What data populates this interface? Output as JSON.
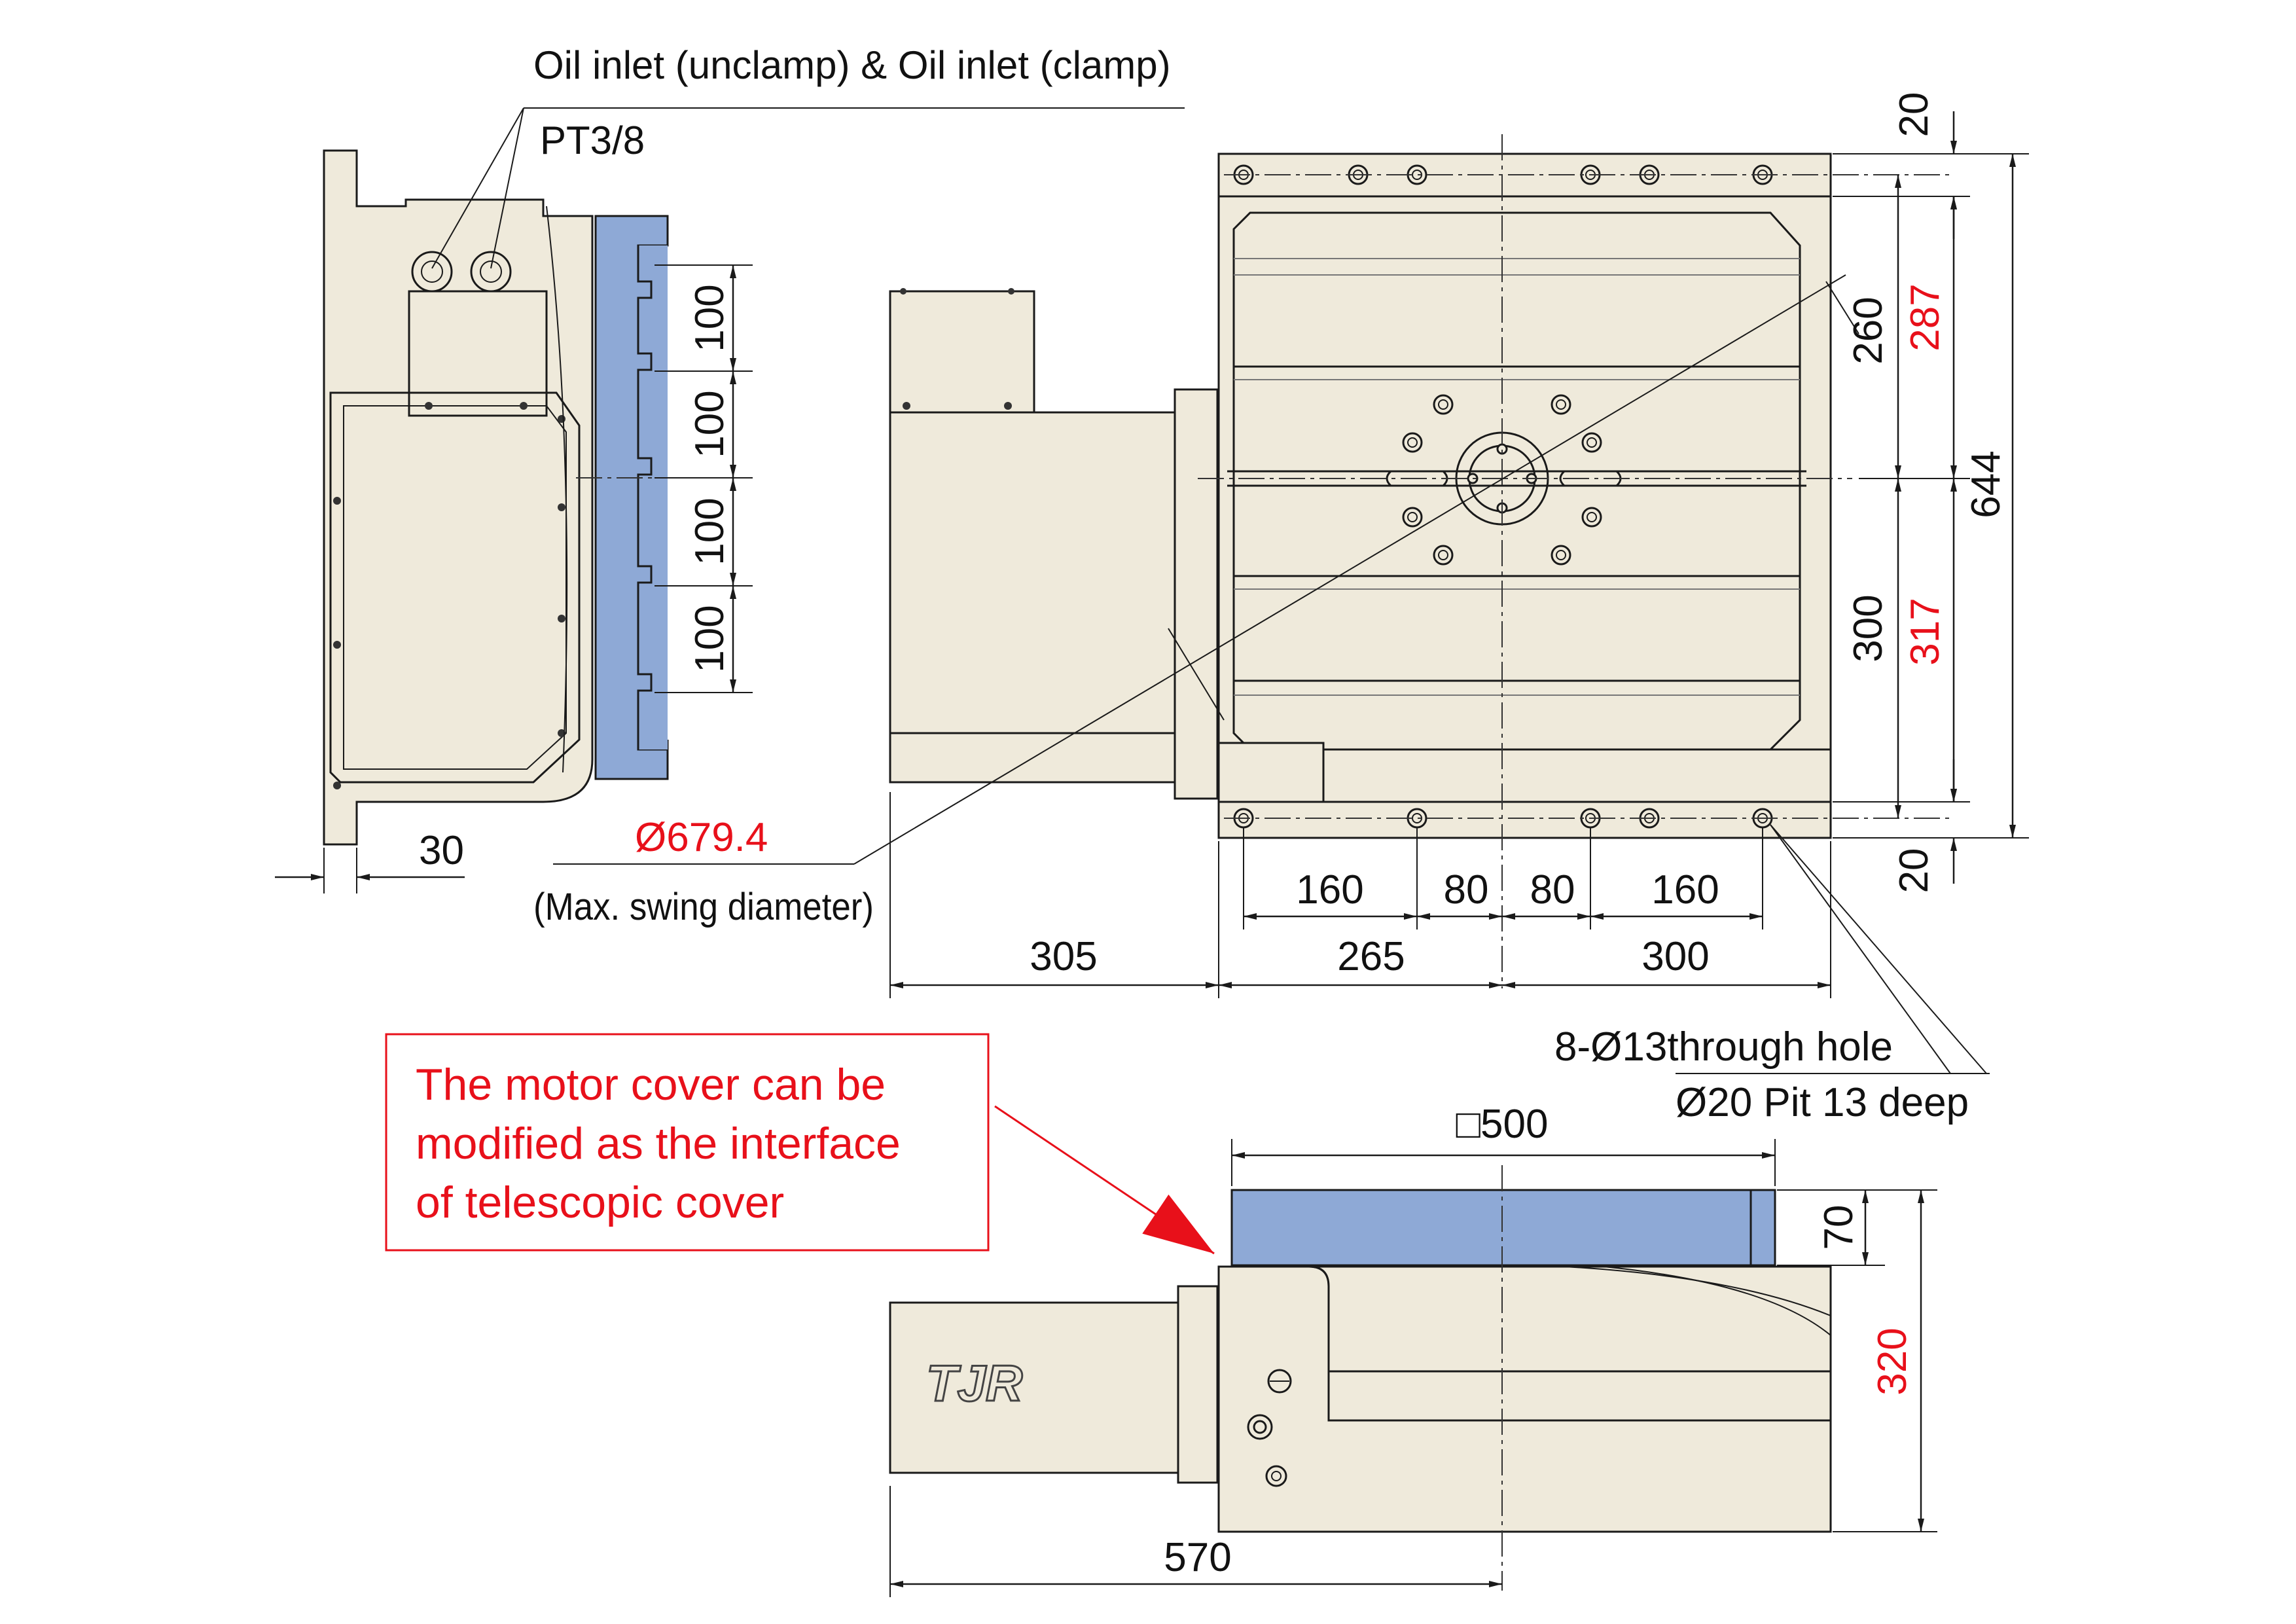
{
  "labels": {
    "oil_inlet": "Oil inlet (unclamp) & Oil inlet (clamp)",
    "thread": "PT3/8",
    "swing_diameter": "Ø679.4",
    "swing_caption": "(Max. swing diameter)",
    "holes_line1": "8-Ø13through hole",
    "holes_line2": "Ø20 Pit 13 deep",
    "table_size": "□500",
    "note": [
      "The motor cover can be",
      "modified as the interface",
      "of telescopic cover"
    ],
    "logo": "TJR"
  },
  "dimensions": {
    "side_tslot_pitch": [
      "100",
      "100",
      "100",
      "100"
    ],
    "side_flange": "30",
    "top_right_edge_top": "20",
    "top_right_edge_bottom": "20",
    "diagonal": "260",
    "center_to_top": "287",
    "overall_height": "644",
    "center_to_bottom_a": "300",
    "center_to_bottom_b": "317",
    "hole_pitch": [
      "160",
      "80",
      "80",
      "160"
    ],
    "motor_length": "305",
    "left_half": "265",
    "right_half": "300",
    "table_thickness": "70",
    "overall_height_front": "320",
    "motor_to_center": "570"
  },
  "colors": {
    "body": "#efeadb",
    "table": "#8ea9d6",
    "red": "#e8101a",
    "line": "#1a1a1a"
  }
}
